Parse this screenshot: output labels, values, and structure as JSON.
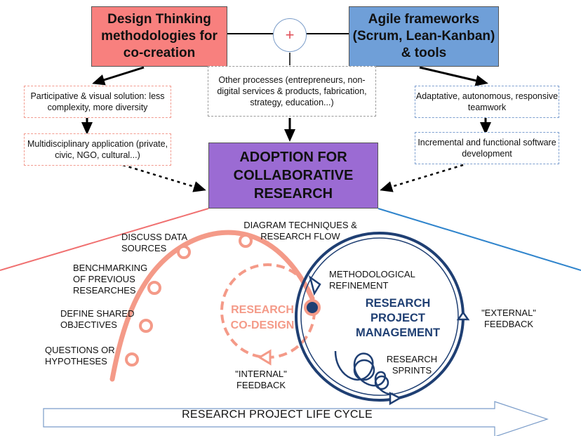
{
  "design_thinking": {
    "label": "Design Thinking methodologies for co-creation",
    "color": "#f8807e"
  },
  "agile": {
    "label": "Agile frameworks (Scrum, Lean-Kanban) & tools",
    "color": "#6f9fd8"
  },
  "plus_symbol": "+",
  "participative": "Participative & visual solution: less complexity, more diversity",
  "multidisciplinary": "Multidisciplinary application (private, civic, NGO, cultural...)",
  "other_processes": "Other processes (entrepreneurs, non-digital services & products, fabrication, strategy, education...)",
  "adaptative": "Adaptative, autonomous, responsive teamwork",
  "incremental": "Incremental and functional software development",
  "adoption": {
    "label": "ADOPTION FOR COLLABORATIVE RESEARCH",
    "color": "#9b6bd3"
  },
  "spiral_steps": {
    "questions": "QUESTIONS OR HYPOTHESES",
    "objectives": "DEFINE SHARED OBJECTIVES",
    "benchmarking": "BENCHMARKING OF PREVIOUS RESEARCHES",
    "data_sources": "DISCUSS DATA SOURCES",
    "diagram_techniques": "DIAGRAM TECHNIQUES & RESEARCH FLOW"
  },
  "methodological_refinement": "METHODOLOGICAL REFINEMENT",
  "research_codesign": "RESEARCH CO-DESIGN",
  "internal_feedback": "\"INTERNAL\" FEEDBACK",
  "research_pm": "RESEARCH PROJECT MANAGEMENT",
  "external_feedback": "\"EXTERNAL\" FEEDBACK",
  "research_sprints": "RESEARCH SPRINTS",
  "lifecycle": "RESEARCH PROJECT LIFE CYCLE",
  "colors": {
    "salmon": "#f49a88",
    "navy": "#1f3f73",
    "red_line": "#f07070",
    "blue_line": "#2f84cc"
  }
}
